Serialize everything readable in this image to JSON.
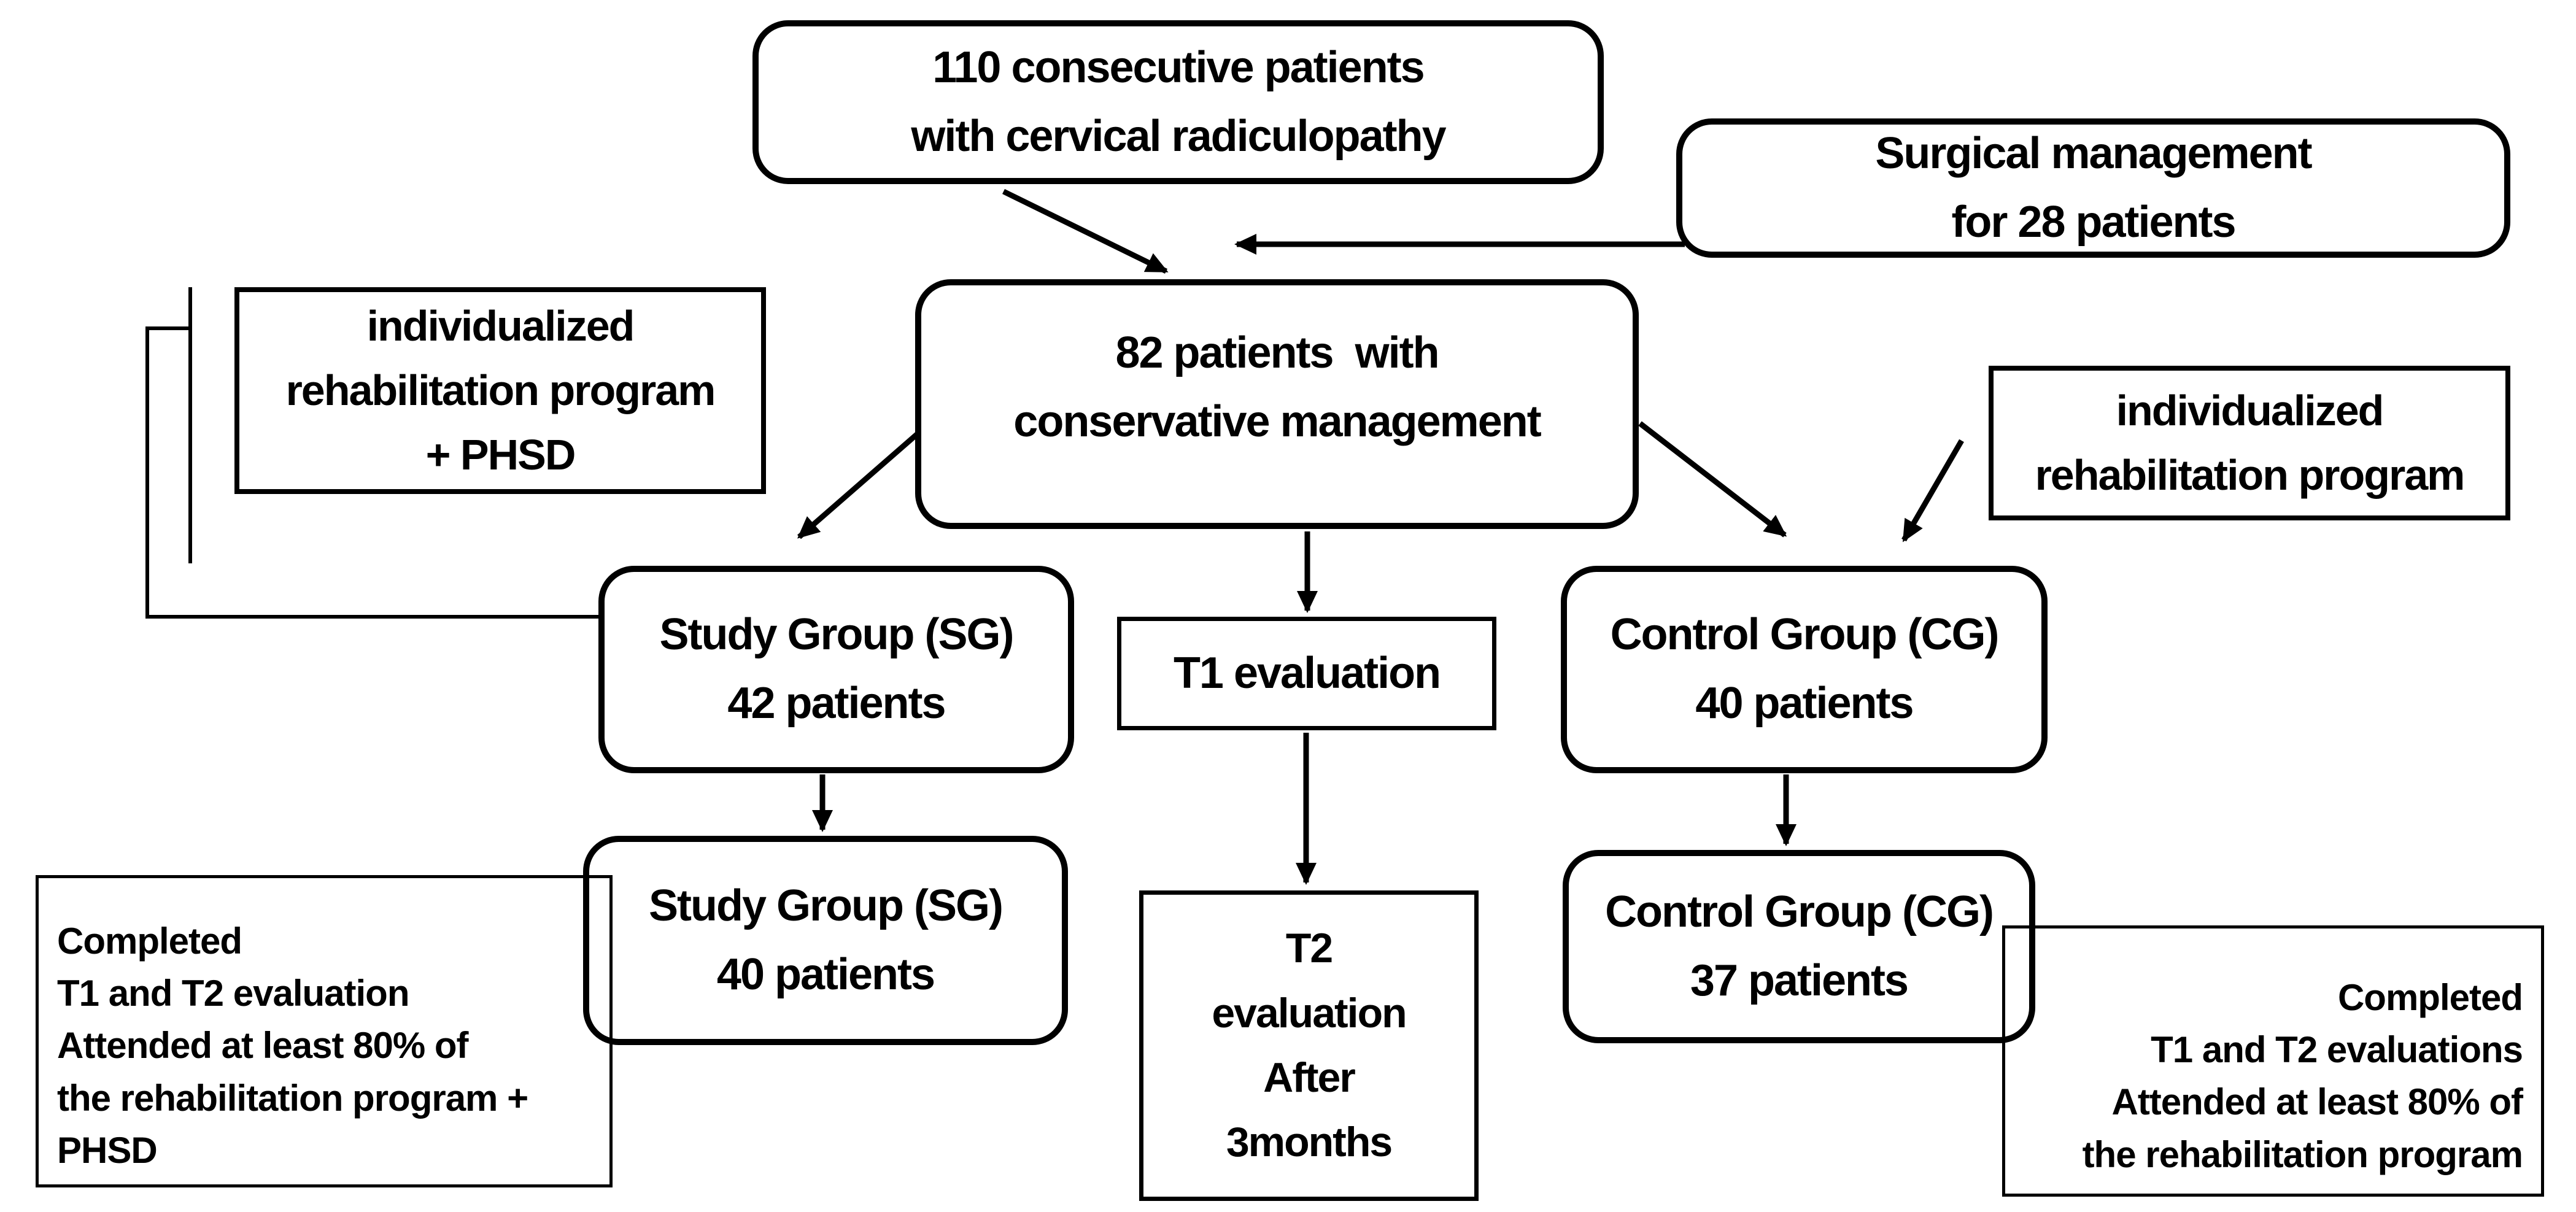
{
  "diagram": {
    "title": "Patient flow chart: cervical radiculopathy study",
    "colors": {
      "ink": "#000000",
      "paper": "#ffffff"
    },
    "nodes": {
      "top": {
        "lines": [
          "110 consecutive patients",
          "with cervical radiculopathy"
        ]
      },
      "surgical": {
        "lines": [
          "Surgical management",
          "for 28 patients"
        ]
      },
      "left_program": {
        "lines": [
          "individualized",
          "rehabilitation program",
          "+ PHSD"
        ]
      },
      "conservative": {
        "lines": [
          "82 patients  with",
          "conservative management"
        ]
      },
      "right_program": {
        "lines": [
          "individualized",
          "rehabilitation program"
        ]
      },
      "sg42": {
        "lines": [
          "Study Group (SG)",
          "42 patients"
        ]
      },
      "t1": {
        "lines": [
          "T1 evaluation"
        ]
      },
      "cg40": {
        "lines": [
          "Control Group (CG)",
          "40 patients"
        ]
      },
      "sg40": {
        "lines": [
          "Study Group (SG)",
          "40 patients"
        ]
      },
      "t2": {
        "lines": [
          "T2",
          "evaluation",
          "After",
          "3months"
        ]
      },
      "cg37": {
        "lines": [
          "Control Group (CG)",
          "37 patients"
        ]
      },
      "sg_completed": {
        "lines": [
          "Completed",
          "T1 and T2 evaluation",
          "Attended at least 80% of",
          "the rehabilitation program +",
          "PHSD"
        ]
      },
      "cg_completed": {
        "lines": [
          "Completed",
          "T1 and T2 evaluations",
          "Attended at least 80% of",
          "the rehabilitation program"
        ]
      }
    }
  }
}
